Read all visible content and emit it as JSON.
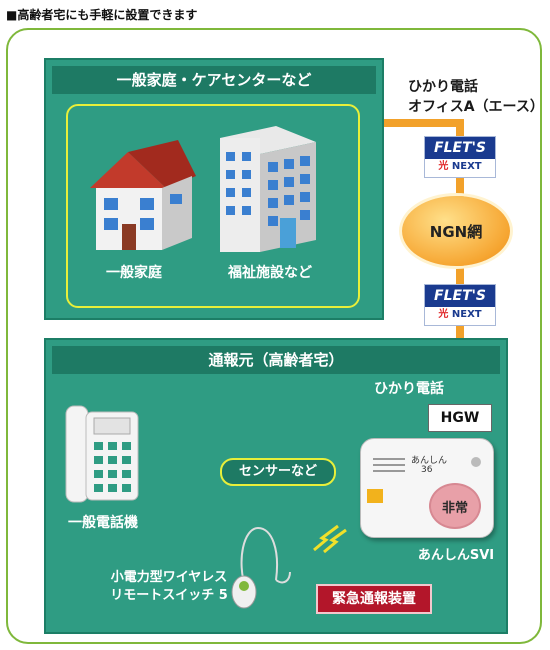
{
  "heading": "■高齢者宅にも手軽に設置できます",
  "top_panel": {
    "title": "一般家庭・ケアセンターなど",
    "house_label": "一般家庭",
    "building_label": "福祉施設など"
  },
  "network": {
    "service_line1": "ひかり電話",
    "service_line2": "オフィスA（エース）",
    "flets_logo_text": "FLET'S",
    "flets_sub_mark": "光",
    "flets_sub_text": "NEXT",
    "ngn_label": "NGN網"
  },
  "bottom_panel": {
    "title": "通報元（高齢者宅）",
    "hikari_label": "ひかり電話",
    "hgw_label": "HGW",
    "sensor_label": "センサーなど",
    "phone_label": "一般電話機",
    "remote_line1": "小電力型ワイヤレス",
    "remote_line2": "リモートスイッチ 5",
    "device_brand": "あんしん",
    "device_model_num": "36",
    "device_button": "非常",
    "device_caption": "あんしんSVI",
    "emergency_label": "緊急通報装置"
  }
}
